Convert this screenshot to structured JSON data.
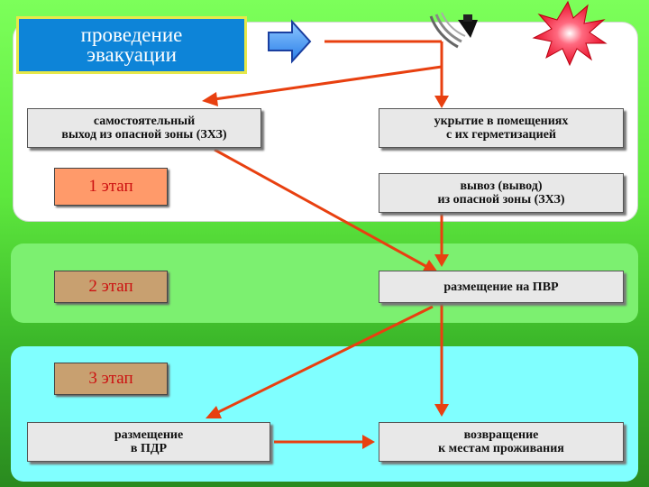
{
  "title": {
    "line1": "проведение",
    "line2": "эвакуации"
  },
  "boxes": {
    "self_exit": {
      "line1": "самостоятельный",
      "line2": "выход из опасной зоны (ЗХЗ)"
    },
    "shelter": {
      "line1": "укрытие в помещениях",
      "line2": "с их герметизацией"
    },
    "removal": {
      "line1": "вывоз (вывод)",
      "line2": "из опасной зоны (ЗХЗ)"
    },
    "pvr": {
      "line1": "размещение  на ПВР"
    },
    "pdr": {
      "line1": "размещение",
      "line2": "в ПДР"
    },
    "return_home": {
      "line1": "возвращение",
      "line2": "к местам проживания"
    }
  },
  "stages": {
    "s1": "1 этап",
    "s2": "2 этап",
    "s3": "3 этап"
  },
  "icons": [
    "arrow-right-icon",
    "radiation-sign-icon",
    "explosion-icon"
  ],
  "colors": {
    "arrow": "#e84010",
    "title_bg": "#0d84d8",
    "title_border": "#e6e84a"
  }
}
